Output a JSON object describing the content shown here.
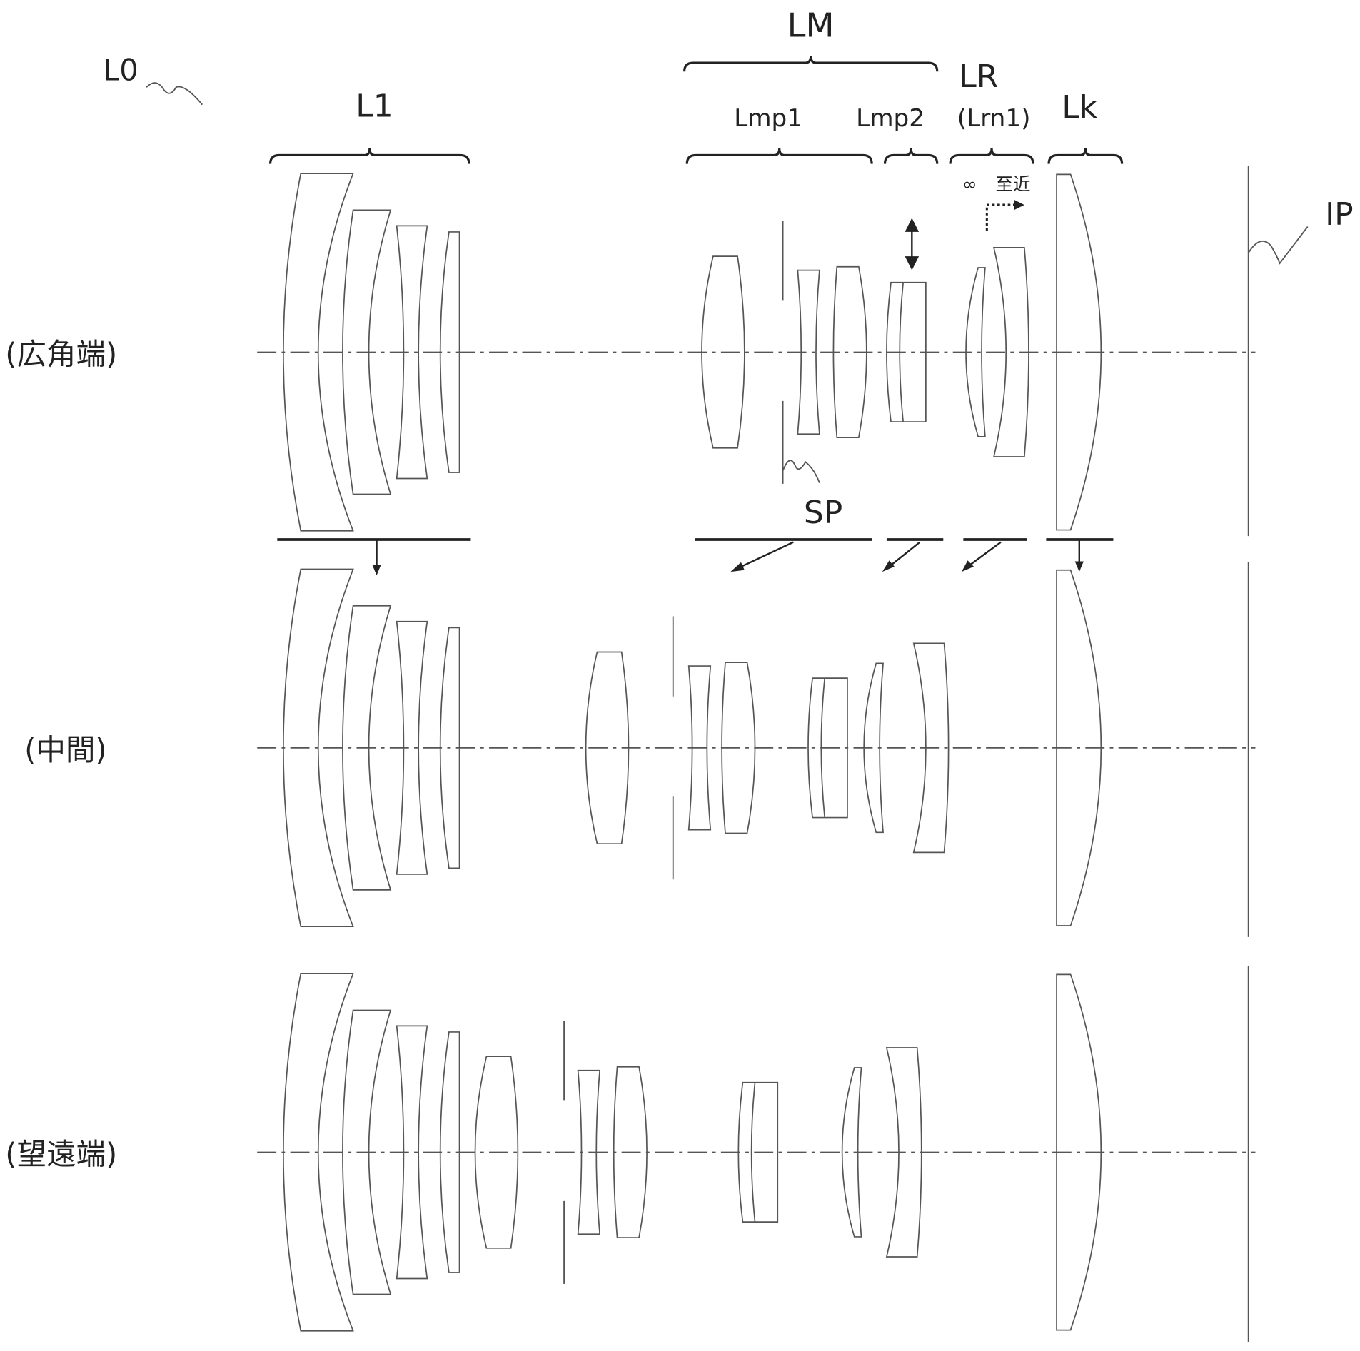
{
  "labels": {
    "system": "L0",
    "group1": "L1",
    "middle_group": "LM",
    "sub1": "Lmp1",
    "sub2": "Lmp2",
    "rear_group": "LR",
    "rear_sub": "(Lrn1)",
    "last": "Lk",
    "image_plane": "IP",
    "stop": "SP",
    "infinity": "∞",
    "near": "至近"
  },
  "rows": [
    {
      "label": "(広角端)"
    },
    {
      "label": "(中間)"
    },
    {
      "label": "(望遠端)"
    }
  ]
}
